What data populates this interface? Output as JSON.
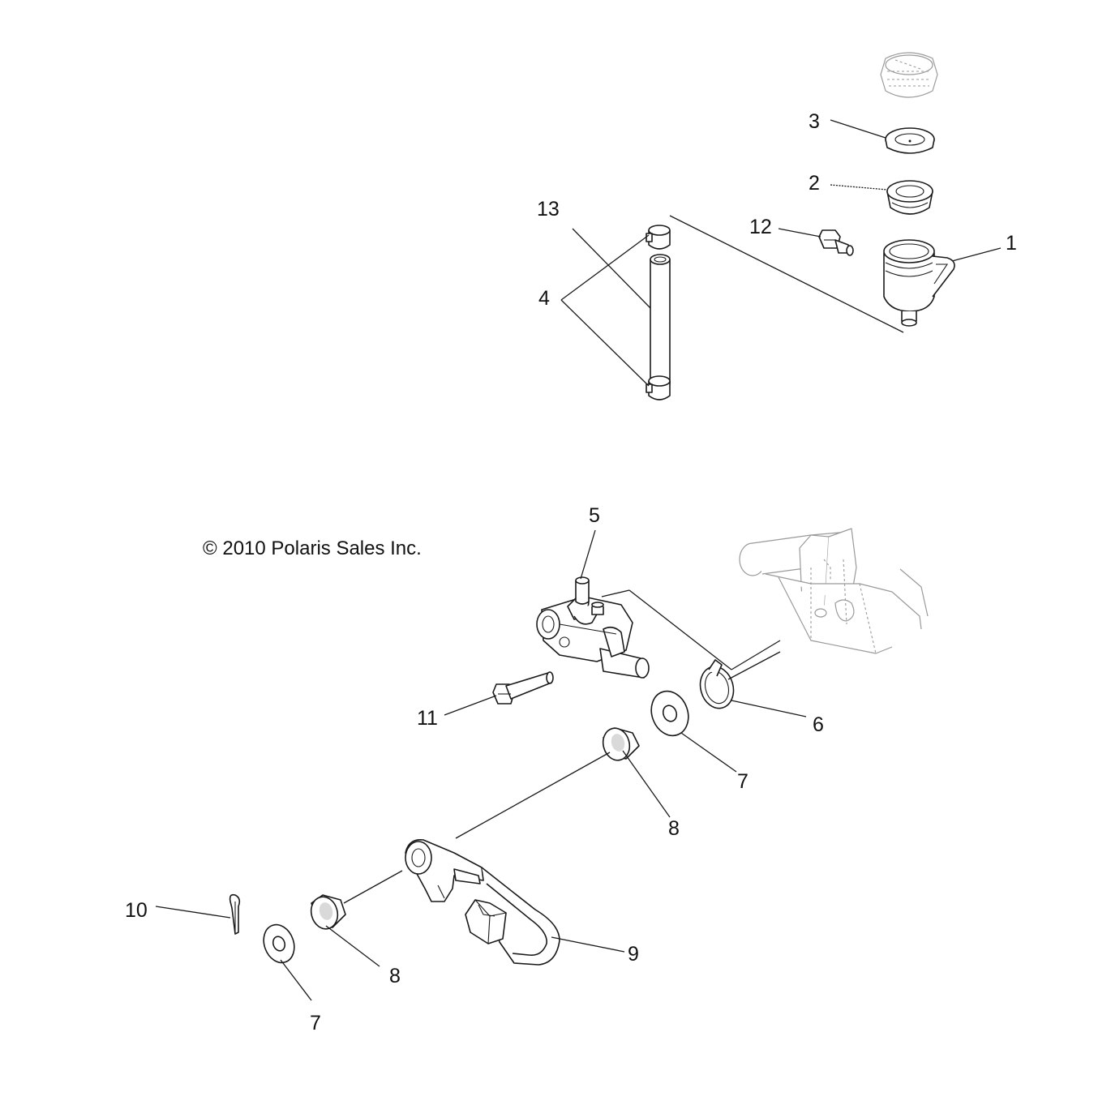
{
  "copyright": "© 2010 Polaris Sales Inc.",
  "callouts": {
    "c1": "1",
    "c2": "2",
    "c3": "3",
    "c4": "4",
    "c5": "5",
    "c6": "6",
    "c7a": "7",
    "c7b": "7",
    "c8a": "8",
    "c8b": "8",
    "c9": "9",
    "c10": "10",
    "c11": "11",
    "c12": "12",
    "c13": "13"
  }
}
